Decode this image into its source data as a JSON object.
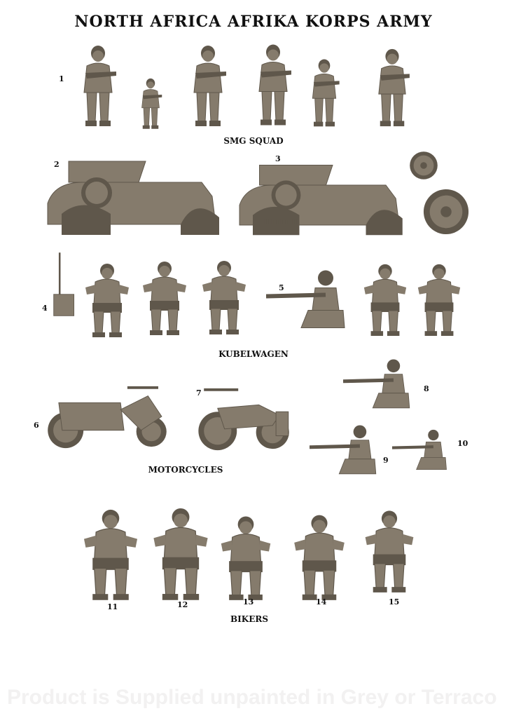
{
  "title": "NORTH AFRICA AFRIKA KORPS ARMY",
  "sections": {
    "smg": "SMG SQUAD",
    "kubelwagen": "KUBELWAGEN",
    "motorcycles": "MOTORCYCLES",
    "bikers": "BIKERS"
  },
  "numbers": [
    "1",
    "2",
    "3",
    "4",
    "5",
    "6",
    "7",
    "8",
    "9",
    "10",
    "11",
    "12",
    "13",
    "14",
    "15"
  ],
  "watermark": "Product is Supplied unpainted in Grey or Terraco",
  "colors": {
    "miniature": "#857b6c",
    "miniature_shadow": "#5f574b",
    "text": "#111111"
  }
}
